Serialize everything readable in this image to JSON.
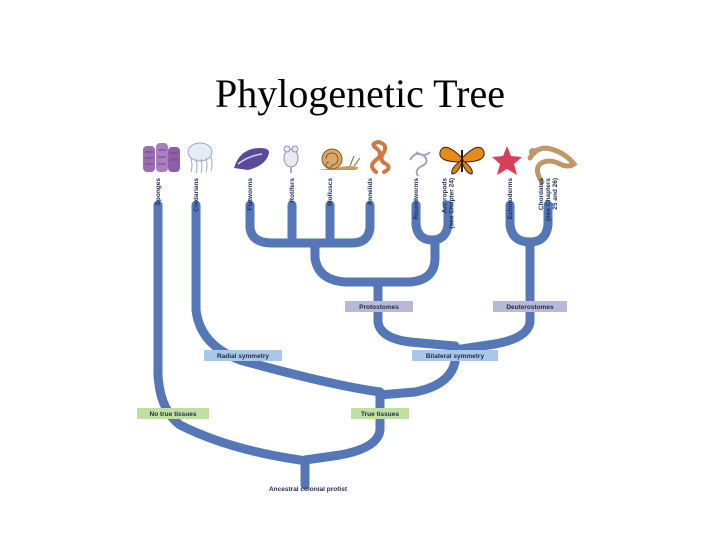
{
  "title": "Phylogenetic Tree",
  "taxa": [
    {
      "lines": [
        "Sponges"
      ]
    },
    {
      "lines": [
        "Cnidarians"
      ]
    },
    {
      "lines": [
        "Flatworms"
      ]
    },
    {
      "lines": [
        "Rotifers"
      ]
    },
    {
      "lines": [
        "Molluscs"
      ]
    },
    {
      "lines": [
        "Annelids"
      ]
    },
    {
      "lines": [
        "Roundworms"
      ]
    },
    {
      "lines": [
        "Arthropods",
        "(see Chapter 24)"
      ]
    },
    {
      "lines": [
        "Echinoderms"
      ]
    },
    {
      "lines": [
        "Chordates",
        "(see Chapters",
        "25 and 26)"
      ]
    }
  ],
  "nodes": {
    "protostomes": "Protostomes",
    "deuterostomes": "Deuterostomes",
    "radial_symmetry": "Radial symmetry",
    "bilateral_symmetry": "Bilateral symmetry",
    "no_true_tissues": "No true tissues",
    "true_tissues": "True tissues",
    "root": "Ancestral colonial protist"
  },
  "colors": {
    "branch": "#5577b8",
    "purple_label": "#b8b8d8",
    "blue_label": "#a8c8e8",
    "green_label": "#bfe0a0"
  },
  "icons": [
    "sponge-icon",
    "jellyfish-icon",
    "flatworm-icon",
    "rotifer-icon",
    "snail-icon",
    "annelid-icon",
    "roundworm-icon",
    "butterfly-icon",
    "starfish-icon",
    "lizard-icon"
  ]
}
